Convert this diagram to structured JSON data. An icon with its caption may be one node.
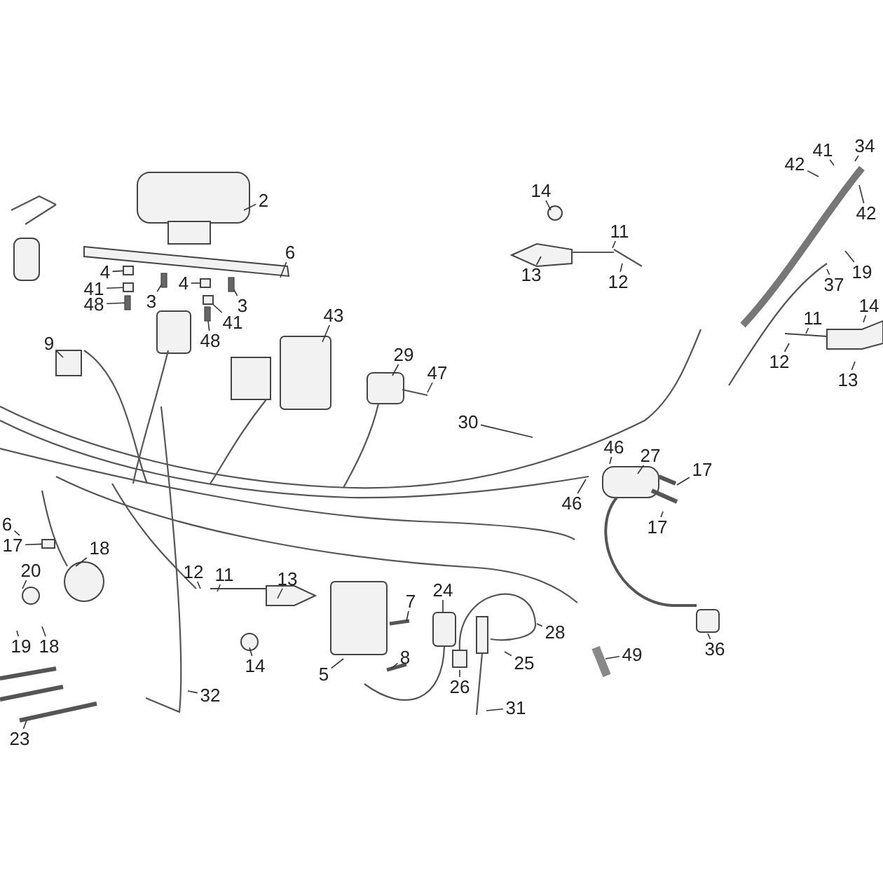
{
  "diagram": {
    "nodes": [
      {
        "text": [
          "2"
        ]
      },
      {
        "text": [
          "6"
        ]
      },
      {
        "text": [
          "4"
        ]
      },
      {
        "text": [
          "41"
        ]
      },
      {
        "text": [
          "48"
        ]
      },
      {
        "text": [
          "3"
        ]
      },
      {
        "text": [
          "4"
        ]
      },
      {
        "text": [
          "41"
        ]
      },
      {
        "text": [
          "48"
        ]
      },
      {
        "text": [
          "3"
        ]
      },
      {
        "text": [
          "9"
        ]
      },
      {
        "text": [
          "43"
        ]
      },
      {
        "text": [
          "29"
        ]
      },
      {
        "text": [
          "47"
        ]
      },
      {
        "text": [
          "30"
        ]
      },
      {
        "text": [
          "14"
        ]
      },
      {
        "text": [
          "11"
        ]
      },
      {
        "text": [
          "13"
        ]
      },
      {
        "text": [
          "12"
        ]
      },
      {
        "text": [
          "42"
        ]
      },
      {
        "text": [
          "41"
        ]
      },
      {
        "text": [
          "34"
        ]
      },
      {
        "text": [
          "42"
        ]
      },
      {
        "text": [
          "19"
        ]
      },
      {
        "text": [
          "37"
        ]
      },
      {
        "text": [
          "14"
        ]
      },
      {
        "text": [
          "11"
        ]
      },
      {
        "text": [
          "12"
        ]
      },
      {
        "text": [
          "13"
        ]
      },
      {
        "text": [
          "46"
        ]
      },
      {
        "text": [
          "27"
        ]
      },
      {
        "text": [
          "17"
        ]
      },
      {
        "text": [
          "46"
        ]
      },
      {
        "text": [
          "17"
        ]
      },
      {
        "text": [
          "6"
        ]
      },
      {
        "text": [
          "17"
        ]
      },
      {
        "text": [
          "20"
        ]
      },
      {
        "text": [
          "18"
        ]
      },
      {
        "text": [
          "19"
        ]
      },
      {
        "text": [
          "18"
        ]
      },
      {
        "text": [
          "23"
        ]
      },
      {
        "text": [
          "12"
        ]
      },
      {
        "text": [
          "11"
        ]
      },
      {
        "text": [
          "13"
        ]
      },
      {
        "text": [
          "14"
        ]
      },
      {
        "text": [
          "32"
        ]
      },
      {
        "text": [
          "5"
        ]
      },
      {
        "text": [
          "7"
        ]
      },
      {
        "text": [
          "8"
        ]
      },
      {
        "text": [
          "24"
        ]
      },
      {
        "text": [
          "28"
        ]
      },
      {
        "text": [
          "25"
        ]
      },
      {
        "text": [
          "26"
        ]
      },
      {
        "text": [
          "31"
        ]
      },
      {
        "text": [
          "36"
        ]
      },
      {
        "text": [
          "49"
        ]
      },
      {
        "text": [],
        "shape": "box"
      },
      {
        "text": [],
        "shape": "box"
      },
      {
        "text": [],
        "shape": "bar"
      },
      {
        "text": [],
        "shape": "bar"
      },
      {
        "text": [],
        "shape": "box"
      },
      {
        "text": [],
        "shape": "box"
      },
      {
        "text": [],
        "shape": "bar"
      },
      {
        "text": [],
        "shape": "bar"
      },
      {
        "text": [],
        "shape": "box"
      }
    ],
    "edges": [
      {
        "from": 0,
        "to": null,
        "arrow": "none"
      },
      {
        "from": 1,
        "to": null,
        "arrow": "none"
      },
      {
        "from": 2,
        "to": 56,
        "arrow": "none"
      },
      {
        "from": 3,
        "to": 57,
        "arrow": "none"
      },
      {
        "from": 4,
        "to": 58,
        "arrow": "none"
      },
      {
        "from": 5,
        "to": 59,
        "arrow": "none"
      },
      {
        "from": 6,
        "to": 60,
        "arrow": "none"
      },
      {
        "from": 7,
        "to": 61,
        "arrow": "none"
      },
      {
        "from": 8,
        "to": 62,
        "arrow": "none"
      },
      {
        "from": 9,
        "to": 63,
        "arrow": "none"
      },
      {
        "from": 10,
        "to": null,
        "arrow": "none"
      },
      {
        "from": 11,
        "to": null,
        "arrow": "none"
      },
      {
        "from": 12,
        "to": null,
        "arrow": "none"
      },
      {
        "from": 13,
        "to": null,
        "arrow": "none"
      },
      {
        "from": 14,
        "to": null,
        "arrow": "none"
      },
      {
        "from": 15,
        "to": null,
        "arrow": "none"
      },
      {
        "from": 16,
        "to": null,
        "arrow": "none"
      },
      {
        "from": 17,
        "to": null,
        "arrow": "none"
      },
      {
        "from": 18,
        "to": null,
        "arrow": "none"
      },
      {
        "from": 19,
        "to": null,
        "arrow": "none"
      },
      {
        "from": 20,
        "to": null,
        "arrow": "none"
      },
      {
        "from": 21,
        "to": null,
        "arrow": "none"
      },
      {
        "from": 22,
        "to": null,
        "arrow": "none"
      },
      {
        "from": 23,
        "to": null,
        "arrow": "none"
      },
      {
        "from": 24,
        "to": null,
        "arrow": "none"
      },
      {
        "from": 25,
        "to": null,
        "arrow": "none"
      },
      {
        "from": 26,
        "to": null,
        "arrow": "none"
      },
      {
        "from": 27,
        "to": null,
        "arrow": "none"
      },
      {
        "from": 28,
        "to": null,
        "arrow": "none"
      },
      {
        "from": 29,
        "to": null,
        "arrow": "none"
      },
      {
        "from": 30,
        "to": null,
        "arrow": "none"
      },
      {
        "from": 31,
        "to": null,
        "arrow": "none"
      },
      {
        "from": 32,
        "to": null,
        "arrow": "none"
      },
      {
        "from": 33,
        "to": null,
        "arrow": "none"
      },
      {
        "from": 34,
        "to": null,
        "arrow": "none"
      },
      {
        "from": 35,
        "to": 64,
        "arrow": "none"
      },
      {
        "from": 36,
        "to": null,
        "arrow": "none"
      },
      {
        "from": 37,
        "to": null,
        "arrow": "none"
      },
      {
        "from": 38,
        "to": null,
        "arrow": "none"
      },
      {
        "from": 39,
        "to": null,
        "arrow": "none"
      },
      {
        "from": 40,
        "to": null,
        "arrow": "none"
      },
      {
        "from": 41,
        "to": null,
        "arrow": "none"
      },
      {
        "from": 42,
        "to": null,
        "arrow": "none"
      },
      {
        "from": 43,
        "to": null,
        "arrow": "none"
      },
      {
        "from": 44,
        "to": null,
        "arrow": "none"
      },
      {
        "from": 45,
        "to": null,
        "arrow": "none"
      },
      {
        "from": 46,
        "to": null,
        "arrow": "none"
      },
      {
        "from": 47,
        "to": null,
        "arrow": "none"
      },
      {
        "from": 48,
        "to": null,
        "arrow": "none"
      },
      {
        "from": 49,
        "to": null,
        "arrow": "none"
      },
      {
        "from": 50,
        "to": null,
        "arrow": "none"
      },
      {
        "from": 51,
        "to": null,
        "arrow": "none"
      },
      {
        "from": 52,
        "to": null,
        "arrow": "none"
      },
      {
        "from": 53,
        "to": null,
        "arrow": "none"
      },
      {
        "from": 54,
        "to": null,
        "arrow": "none"
      },
      {
        "from": 55,
        "to": null,
        "arrow": "none"
      }
    ]
  }
}
